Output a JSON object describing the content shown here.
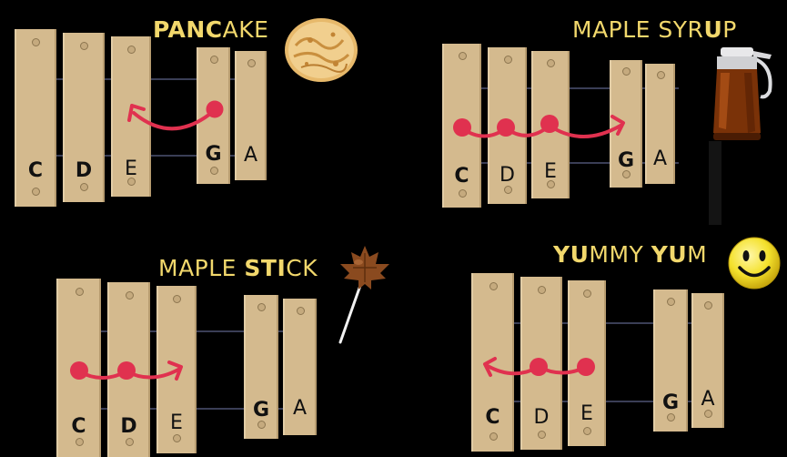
{
  "panels": [
    {
      "id": "pancake",
      "title_bold": "PANC",
      "title_rest": "AKE",
      "note_labels": [
        "C",
        "D",
        "E",
        "G",
        "A"
      ],
      "image": "pancake-image"
    },
    {
      "id": "maple-syrup",
      "title_bold": "",
      "title_rest": "MAPLE SYR",
      "title_bold2": "U",
      "title_rest2": "P",
      "note_labels": [
        "C",
        "D",
        "E",
        "G",
        "A"
      ],
      "image": "syrup-dispenser-image"
    },
    {
      "id": "maple-stick",
      "title_rest": "MAPLE ",
      "title_bold": "STI",
      "title_rest2": "CK",
      "note_labels": [
        "C",
        "D",
        "E",
        "G",
        "A"
      ],
      "image": "maple-lollipop-image"
    },
    {
      "id": "yummy-yum",
      "title_bold": "YU",
      "title_rest": "MMY ",
      "title_bold2": "YU",
      "title_rest2": "M",
      "note_labels": [
        "C",
        "D",
        "E",
        "G",
        "A"
      ],
      "image": "smiley-face-image"
    }
  ],
  "colors": {
    "background": "#000000",
    "bar": "#d4ba8e",
    "title": "#f2d86c",
    "dot": "#e0314f",
    "arrow": "#e0314f"
  }
}
